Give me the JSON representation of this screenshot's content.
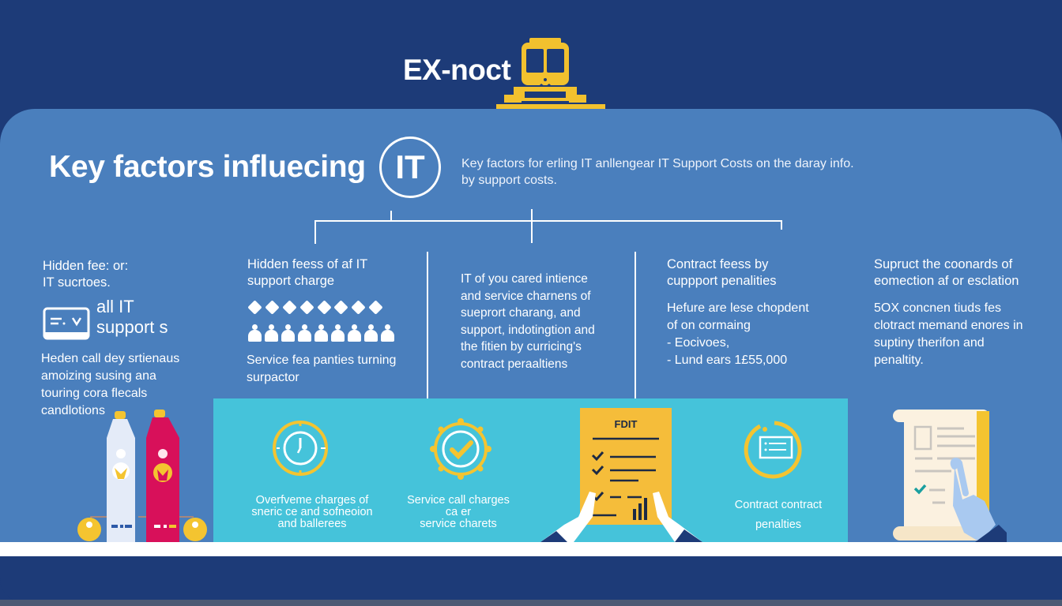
{
  "header": {
    "brand_title": "EX-noct",
    "logo_icon": "train-icon"
  },
  "hero": {
    "headline": "Key factors influecing",
    "badge_text": "IT",
    "subheading_line1": "Key factors for erling IT anllengear IT Support Costs on the daray info.",
    "subheading_line2": "by support costs."
  },
  "columns": [
    {
      "title_line1": "Hidden fee: or:",
      "title_line2": "IT sucrtoes.",
      "icon": "monitor-icon",
      "highlight_line1": "all IT",
      "highlight_line2": "support s",
      "body": [
        "Heden call dey srtienaus",
        "amoizing susing ana",
        "touring cora flecals",
        "candlotions"
      ]
    },
    {
      "title_line1": "Hidden feess of af IT",
      "title_line2": "support charge",
      "icons": [
        "diamond-icon-row",
        "people-icon-row"
      ],
      "diamond_count": 8,
      "person_count": 9,
      "body": [
        "Service fea panties turning",
        "surpactor"
      ]
    },
    {
      "body": [
        "IT of you cared intience",
        "and service charnens of",
        "sueprort charang, and",
        "support, indotingtion and",
        "the fitien by curricing's",
        "contract peraaltiens"
      ]
    },
    {
      "title_line1": "Contract feess by",
      "title_line2": "cuppport penalities",
      "body": [
        "Hefure are lese chopdent",
        "of on cormaing",
        "- Eocivoes,",
        "- Lund ears 1£55,000"
      ]
    },
    {
      "title_line1": "Supruct the coonards of",
      "title_line2": "eomection af or esclation",
      "body": [
        "5OX concnen tiuds fes",
        "clotract memand enores in",
        "suptiny therifon and",
        "penaltity."
      ]
    }
  ],
  "band": {
    "items": [
      {
        "icon": "clock-icon",
        "caption": [
          "Overfveme charges of",
          "sneric ce and sofneoion",
          "and ballerees"
        ]
      },
      {
        "icon": "check-badge-icon",
        "caption": [
          "Service call charges",
          "ca er",
          "service charets"
        ]
      },
      {
        "icon": "checklist-document-icon",
        "document_title": "FDIT"
      },
      {
        "icon": "contract-card-icon",
        "caption": [
          "Contract contract",
          "penalties"
        ]
      }
    ]
  },
  "colors": {
    "background_dark": "#1d3b78",
    "panel_blue": "#4a7fbd",
    "teal_band": "#45c3da",
    "accent_yellow": "#f4c430",
    "accent_magenta": "#d8105a",
    "text_white": "#ffffff"
  }
}
